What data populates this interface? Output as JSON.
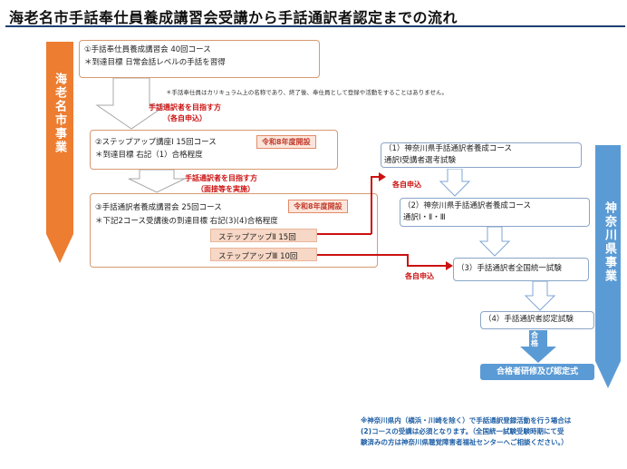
{
  "title": "海老名市手話奉仕員養成講習会受講から手話通訳者認定までの流れ",
  "left_band": {
    "label": "海老名市事業",
    "color": "#ed7d31"
  },
  "right_band": {
    "label": "神奈川県事業",
    "color": "#5b9bd5"
  },
  "box1": {
    "line1": "①手話奉仕員養成講習会 40回コース",
    "line2": "＊到達目標 日常会話レベルの手話を習得"
  },
  "footnote": "＊手話奉仕員はカリキュラム上の名称であり、終了後、奉仕員として登録や活動をすることはありません。",
  "arrow_label1": {
    "line1": "手話通訳者を目指す方",
    "line2": "（各自申込）"
  },
  "box2": {
    "line1": "②ステップアップ講座Ⅰ 15回コース",
    "line2": "＊到達目標 右記（1）合格程度",
    "badge": "令和8年度開設"
  },
  "arrow_label2": {
    "line1": "手話通訳者を目指す方",
    "line2": "（面接等を実施）"
  },
  "box3": {
    "line1": "③手話通訳者養成講習会 25回コース",
    "line2": "＊下記2コース受講後の到達目標 右記(3)(4)合格程度",
    "badge": "令和8年度開設",
    "steps": [
      "ステップアップⅡ 15回",
      "ステップアップⅢ 10回"
    ]
  },
  "apply_label": "各自申込",
  "right_boxes": [
    {
      "line1": "（1）神奈川県手話通訳者養成コース",
      "line2": "通訳Ⅰ受講者選考試験"
    },
    {
      "line1": "（2）神奈川県手話通訳者養成コース",
      "line2": "通訳Ⅰ・Ⅱ・Ⅲ"
    },
    {
      "line1": "（3）手話通訳者全国統一試験",
      "line2": ""
    },
    {
      "line1": "（4）手話通訳者認定試験",
      "line2": ""
    }
  ],
  "pass_label": "合格",
  "final_label": "合格者研修及び認定式",
  "bottom_note": {
    "line1": "※神奈川県内（横浜・川崎を除く）で手話通訳登録活動を行う場合は",
    "line2": "(2)コースの受講は必須となります。（全国統一試験受験時期にて受",
    "line3": "験済みの方は神奈川県聴覚障害者福祉センターへご相談ください。）"
  }
}
